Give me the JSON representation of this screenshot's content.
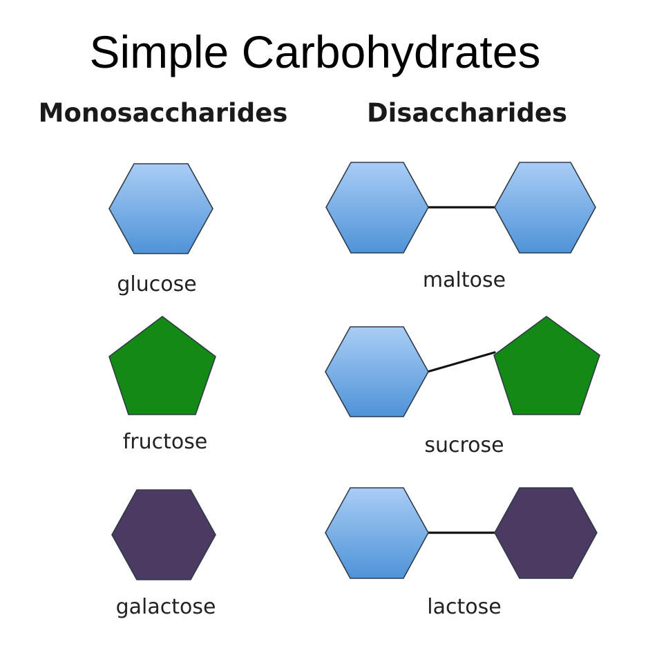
{
  "title": "Simple Carbohydrates",
  "columns": {
    "mono": "Monosaccharides",
    "di": "Disaccharides"
  },
  "monosaccharides": {
    "glucose": {
      "label": "glucose",
      "shape": "hexagon",
      "color": "glucose_blue"
    },
    "fructose": {
      "label": "fructose",
      "shape": "pentagon",
      "color": "fructose_green"
    },
    "galactose": {
      "label": "galactose",
      "shape": "hexagon",
      "color": "galactose_purple"
    }
  },
  "disaccharides": {
    "maltose": {
      "label": "maltose",
      "units": [
        "glucose",
        "glucose"
      ]
    },
    "sucrose": {
      "label": "sucrose",
      "units": [
        "glucose",
        "fructose"
      ]
    },
    "lactose": {
      "label": "lactose",
      "units": [
        "glucose",
        "galactose"
      ]
    }
  },
  "colors": {
    "glucose_blue_top": "#a9cdf5",
    "glucose_blue_bottom": "#4f93d8",
    "fructose_green": "#138a13",
    "galactose_purple": "#4b3b62",
    "outline": "#2e3a48",
    "bond": "#111111"
  }
}
